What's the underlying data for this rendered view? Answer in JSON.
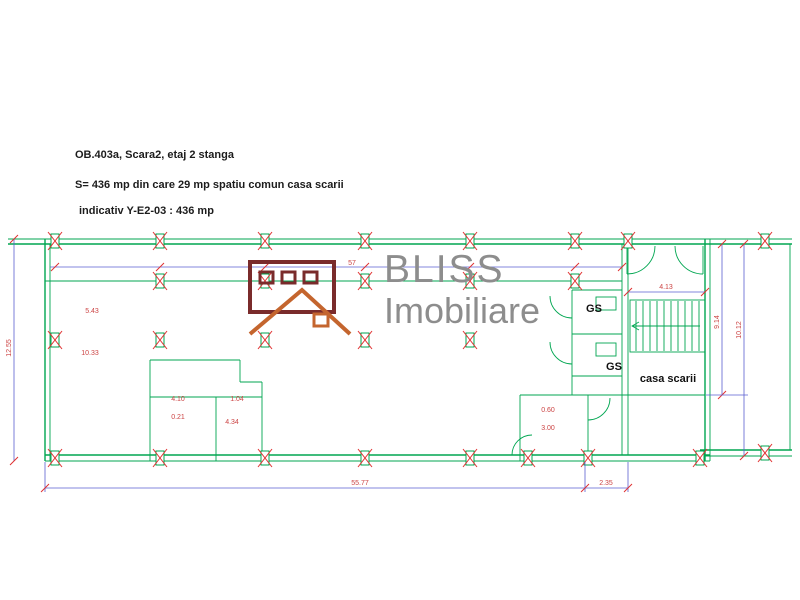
{
  "annotations": {
    "line1": "OB.403a, Scara2, etaj 2 stanga",
    "line2": "S= 436 mp din care 29 mp spatiu comun casa scarii",
    "line3": "indicativ Y-E2-03 : 436 mp"
  },
  "watermark": {
    "brand": "BLISS",
    "subbrand": "Imobiliare"
  },
  "labels": {
    "gs1": "GS",
    "gs2": "GS",
    "staircase": "casa scarii"
  },
  "dimensions": {
    "left_height": "12.55",
    "top_span": "57",
    "bottom_main": "55.77",
    "bottom_right": "2.35",
    "right_outer": "10.12",
    "right_inner": "9.14",
    "stair_width": "4.13",
    "room_w": "5.43",
    "room_h": "10.33",
    "d410": "4.10",
    "d021": "0.21",
    "d104": "1.04",
    "d434": "4.34",
    "d060": "0.60",
    "d300": "3.00"
  },
  "colors": {
    "wall": "#00a651",
    "dim": "#5a5fd0",
    "marker": "#e03030",
    "dim_text": "#cc4444",
    "logo_gray": "#8d8d8d",
    "logo_maroon": "#7a2b2b",
    "logo_orange": "#c4652e",
    "text": "#1c1c1c"
  }
}
